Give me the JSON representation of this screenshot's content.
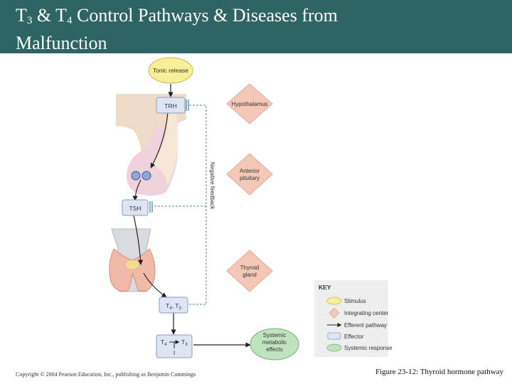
{
  "header": {
    "title_line1_a": "T",
    "title_line1_sub1": "3",
    "title_line1_b": " & T",
    "title_line1_sub2": "4",
    "title_line1_c": " Control Pathways & Diseases from",
    "title_line2": "Malfunction"
  },
  "diagram": {
    "stimulus": "Tonic release",
    "trh": "TRH",
    "tsh": "TSH",
    "t_label": "T",
    "t_sub4": "4",
    "t_sub3": "3",
    "comma": ", ",
    "i_label": "I",
    "hypothalamus": "Hypothalamus",
    "anterior_pituitary_1": "Anterior",
    "anterior_pituitary_2": "pituitary",
    "thyroid_gland_1": "Thyroid",
    "thyroid_gland_2": "gland",
    "negative_feedback": "Negative feedback",
    "systemic_1": "Systemic",
    "systemic_2": "metabolic",
    "systemic_3": "effects",
    "key_title": "KEY",
    "key_items": [
      "Stimulus",
      "Integrating center",
      "Efferent pathway",
      "Effector",
      "Systemic response"
    ]
  },
  "colors": {
    "title_bg": "#2e6464",
    "stimulus": "#f7ef9a",
    "integrating_center": "#f5c7b6",
    "effector": "#dde4f2",
    "systemic_response": "#bfe3bf",
    "feedback_line": "#4a8ab5"
  },
  "footer": {
    "copyright": "Copyright © 2004 Pearson Education, Inc., publishing as Benjamin Cummings",
    "caption": "Figure 23-12: Thyroid hormone pathway"
  }
}
